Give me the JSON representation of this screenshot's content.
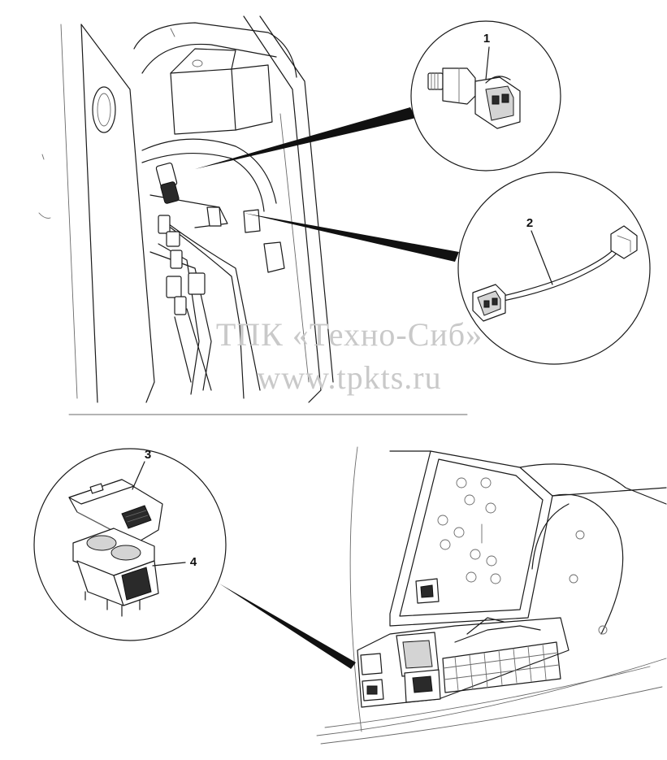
{
  "callouts": [
    {
      "id": "1",
      "label": "1"
    },
    {
      "id": "2",
      "label": "2"
    },
    {
      "id": "3",
      "label": "3"
    },
    {
      "id": "4",
      "label": "4"
    }
  ],
  "watermark": {
    "line1": "ТПК «Техно-Сиб»",
    "line2": "www.tpkts.ru"
  },
  "colors": {
    "line": "#1a1a1a",
    "watermark": "#c9c9c9",
    "background": "#ffffff"
  }
}
